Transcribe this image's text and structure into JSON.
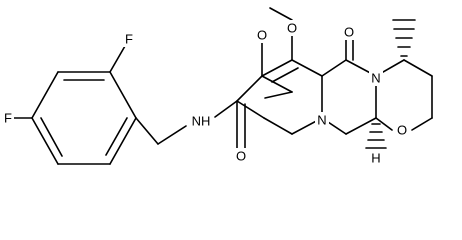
{
  "diagram": {
    "type": "chemical-structure",
    "atoms": [
      {
        "id": "F1",
        "label": "F"
      },
      {
        "id": "F2",
        "label": "F"
      },
      {
        "id": "N_amide",
        "label": "NH"
      },
      {
        "id": "O_amide",
        "label": "O"
      },
      {
        "id": "O_ketone",
        "label": "O"
      },
      {
        "id": "O_methoxy",
        "label": "O"
      },
      {
        "id": "O_lactam",
        "label": "O"
      },
      {
        "id": "N_ring1",
        "label": "N"
      },
      {
        "id": "N_ring2",
        "label": "N"
      },
      {
        "id": "O_ring",
        "label": "O"
      },
      {
        "id": "H_stereo",
        "label": "H"
      }
    ]
  }
}
